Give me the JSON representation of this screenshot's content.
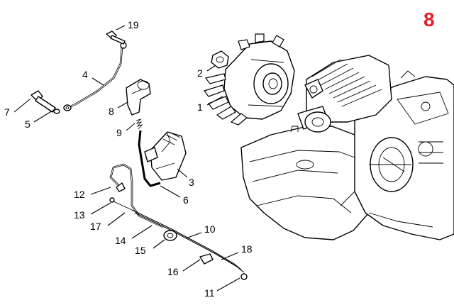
{
  "page_number": "8",
  "callouts": {
    "c1": "1",
    "c2": "2",
    "c3": "3",
    "c4": "4",
    "c5": "5",
    "c6": "6",
    "c7": "7",
    "c8": "8",
    "c9": "9",
    "c10": "10",
    "c11": "11",
    "c12": "12",
    "c13": "13",
    "c14": "14",
    "c15": "15",
    "c16": "16",
    "c17": "17",
    "c18": "18",
    "c19": "19"
  },
  "colors": {
    "badge": "#e8202a",
    "line": "#000000",
    "background": "#ffffff"
  }
}
